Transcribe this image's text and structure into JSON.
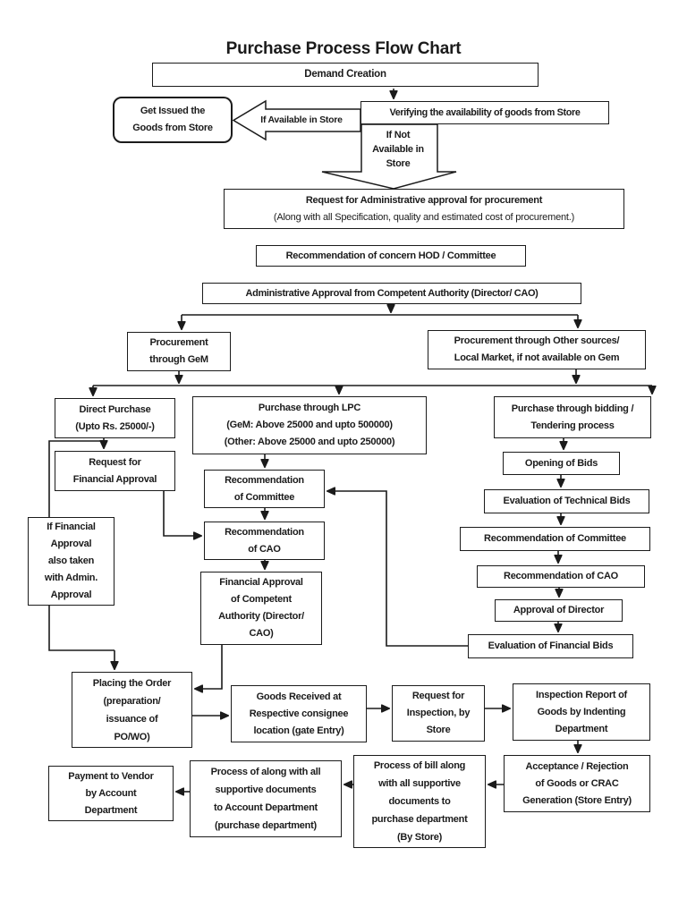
{
  "title": "Purchase Process Flow Chart",
  "nodes": {
    "demand": {
      "label": "Demand Creation"
    },
    "get_issued": {
      "label": "Get Issued the\nGoods from Store"
    },
    "verifying": {
      "label": "Verifying the availability of goods from Store"
    },
    "req_admin": {
      "line1": "Request for Administrative approval for procurement",
      "line2": "(Along with all Specification, quality and estimated cost of procurement.)"
    },
    "rec_hod": {
      "label": "Recommendation of concern HOD / Committee"
    },
    "admin_approval": {
      "label": "Administrative Approval from Competent Authority (Director/ CAO)"
    },
    "gem": {
      "label": "Procurement\nthrough GeM"
    },
    "other_sources": {
      "label": "Procurement through Other sources/\nLocal Market, if not available on Gem"
    },
    "direct_purchase": {
      "label": "Direct Purchase\n(Upto Rs. 25000/-)"
    },
    "lpc": {
      "label": "Purchase through LPC\n(GeM: Above 25000 and upto 500000)\n(Other: Above 25000 and upto 250000)"
    },
    "bidding": {
      "label": "Purchase through bidding /\nTendering process"
    },
    "req_fin": {
      "label": "Request for\nFinancial Approval"
    },
    "if_financial": {
      "label": "If Financial\nApproval\nalso taken\nwith Admin.\nApproval"
    },
    "rec_committee_mid": {
      "label": "Recommendation\nof Committee"
    },
    "rec_cao_mid": {
      "label": "Recommendation\nof CAO"
    },
    "fin_approval": {
      "label": "Financial Approval\nof Competent\nAuthority (Director/\nCAO)"
    },
    "opening_bids": {
      "label": "Opening of Bids"
    },
    "eval_tech": {
      "label": "Evaluation of Technical Bids"
    },
    "rec_committee_right": {
      "label": "Recommendation of Committee"
    },
    "rec_cao_right": {
      "label": "Recommendation of CAO"
    },
    "approval_director": {
      "label": "Approval of Director"
    },
    "eval_fin_bids": {
      "label": "Evaluation of Financial Bids"
    },
    "placing": {
      "label": "Placing the Order\n(preparation/\nissuance of\nPO/WO)"
    },
    "goods_received": {
      "label": "Goods Received at\nRespective consignee\nlocation (gate Entry)"
    },
    "req_inspection": {
      "label": "Request for\nInspection, by\nStore"
    },
    "inspection_report": {
      "label": "Inspection Report of\nGoods by Indenting\nDepartment"
    },
    "acceptance": {
      "label": "Acceptance / Rejection\nof Goods or CRAC\nGeneration (Store Entry)"
    },
    "process_bill": {
      "label": "Process of bill along\nwith all supportive\ndocuments to\npurchase department\n(By Store)"
    },
    "process_along": {
      "label": "Process of along with all\nsupportive documents\nto Account Department\n(purchase department)"
    },
    "payment": {
      "label": "Payment to Vendor\nby Account\nDepartment"
    }
  },
  "edge_labels": {
    "if_available": "If Available in Store",
    "if_not_available": "If Not\nAvailable in\nStore"
  },
  "edges": [
    {
      "from": "demand",
      "to": "verifying"
    },
    {
      "from": "verifying",
      "to": "get_issued",
      "label": "If Available in Store"
    },
    {
      "from": "verifying",
      "to": "req_admin",
      "label": "If Not Available in Store"
    },
    {
      "from": "req_admin",
      "to": "rec_hod"
    },
    {
      "from": "rec_hod",
      "to": "admin_approval"
    },
    {
      "from": "admin_approval",
      "to": "gem"
    },
    {
      "from": "admin_approval",
      "to": "other_sources"
    },
    {
      "from": "gem",
      "to": "direct_purchase"
    },
    {
      "from": "gem",
      "to": "lpc"
    },
    {
      "from": "other_sources",
      "to": "lpc"
    },
    {
      "from": "other_sources",
      "to": "bidding"
    },
    {
      "from": "direct_purchase",
      "to": "req_fin"
    },
    {
      "from": "direct_purchase",
      "to": "placing",
      "label": "If Financial Approval also taken with Admin. Approval"
    },
    {
      "from": "req_fin",
      "to": "rec_cao_mid"
    },
    {
      "from": "lpc",
      "to": "rec_committee_mid"
    },
    {
      "from": "rec_committee_mid",
      "to": "rec_cao_mid"
    },
    {
      "from": "rec_cao_mid",
      "to": "fin_approval"
    },
    {
      "from": "fin_approval",
      "to": "placing"
    },
    {
      "from": "bidding",
      "to": "opening_bids"
    },
    {
      "from": "opening_bids",
      "to": "eval_tech"
    },
    {
      "from": "eval_tech",
      "to": "rec_committee_right"
    },
    {
      "from": "rec_committee_right",
      "to": "rec_cao_right"
    },
    {
      "from": "rec_cao_right",
      "to": "approval_director"
    },
    {
      "from": "approval_director",
      "to": "eval_fin_bids"
    },
    {
      "from": "eval_fin_bids",
      "to": "rec_committee_mid"
    },
    {
      "from": "placing",
      "to": "goods_received"
    },
    {
      "from": "goods_received",
      "to": "req_inspection"
    },
    {
      "from": "req_inspection",
      "to": "inspection_report"
    },
    {
      "from": "inspection_report",
      "to": "acceptance"
    },
    {
      "from": "acceptance",
      "to": "process_bill"
    },
    {
      "from": "process_bill",
      "to": "process_along"
    },
    {
      "from": "process_along",
      "to": "payment"
    }
  ]
}
